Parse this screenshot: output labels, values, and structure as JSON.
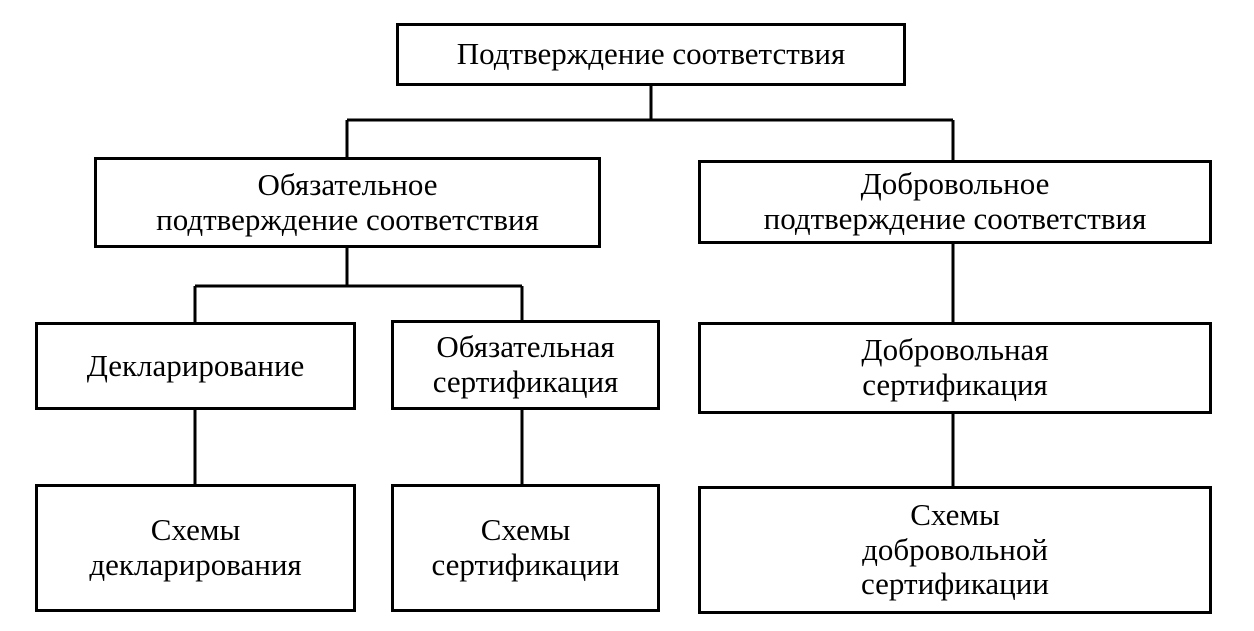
{
  "diagram": {
    "root": "Подтверждение соответствия",
    "mandatory": "Обязательное\nподтверждение соответствия",
    "voluntary": "Добровольное\nподтверждение соответствия",
    "declaration": "Декларирование",
    "mandatory_cert": "Обязательная\nсертификация",
    "voluntary_cert": "Добровольная\nсертификация",
    "declaration_schemes": "Схемы\nдекларирования",
    "cert_schemes": "Схемы\nсертификации",
    "voluntary_cert_schemes": "Схемы\nдобровольной\nсертификации"
  }
}
